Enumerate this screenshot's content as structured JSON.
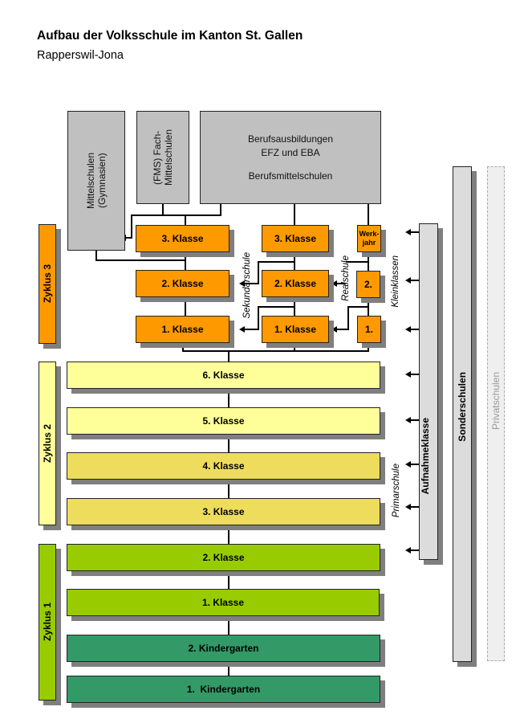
{
  "header": {
    "title": "Aufbau der Volksschule im Kanton St. Gallen",
    "subtitle": "Rapperswil-Jona"
  },
  "upper_secondary": {
    "mittelschulen": "Mittelschulen (Gymnasien)",
    "mittelschulen_l1": "Mittelschulen",
    "mittelschulen_l2": "(Gymnasien)",
    "fms_l1": "(FMS) Fach-",
    "fms_l2": "Mittelschulen",
    "beruf_l1": "Berufsausbildungen",
    "beruf_l2": "EFZ und EBA",
    "beruf_l3": "Berufsmittelschulen"
  },
  "cycles": [
    {
      "label": "Zyklus 3",
      "color": "#ff9900"
    },
    {
      "label": "Zyklus 2",
      "color": "#ffff99"
    },
    {
      "label": "Zyklus 1",
      "color": "#99cc00"
    }
  ],
  "sekundarschule": {
    "label": "Sekundarschule",
    "grades": [
      "3. Klasse",
      "2. Klasse",
      "1. Klasse"
    ]
  },
  "realschule": {
    "label": "Realschule",
    "grades": [
      "3. Klasse",
      "2. Klasse",
      "1. Klasse"
    ]
  },
  "kleinklassen": {
    "label": "Kleinklassen",
    "grades": [
      "Werk-jahr",
      "2.",
      "1."
    ],
    "werk_l1": "Werk-",
    "werk_l2": "jahr"
  },
  "primarschule": {
    "label": "Primarschule",
    "grades": [
      "6. Klasse",
      "5. Klasse",
      "4. Klasse",
      "3. Klasse",
      "2. Klasse",
      "1. Klasse"
    ]
  },
  "kindergarten": [
    "2. Kindergarten",
    "1.  Kindergarten"
  ],
  "side_columns": {
    "aufnahmeklasse": "Aufnahmeklasse",
    "sonderschulen": "Sonderschulen",
    "privatschulen": "Privatschulen"
  },
  "colors": {
    "zyklus3": "#ff9900",
    "zyklus2_light": "#ffff99",
    "zyklus2_dark": "#eedd5c",
    "zyklus1_school": "#99cc00",
    "kindergarten": "#339966",
    "upper": "#c0c0c0",
    "side": "#dcdcdc"
  }
}
